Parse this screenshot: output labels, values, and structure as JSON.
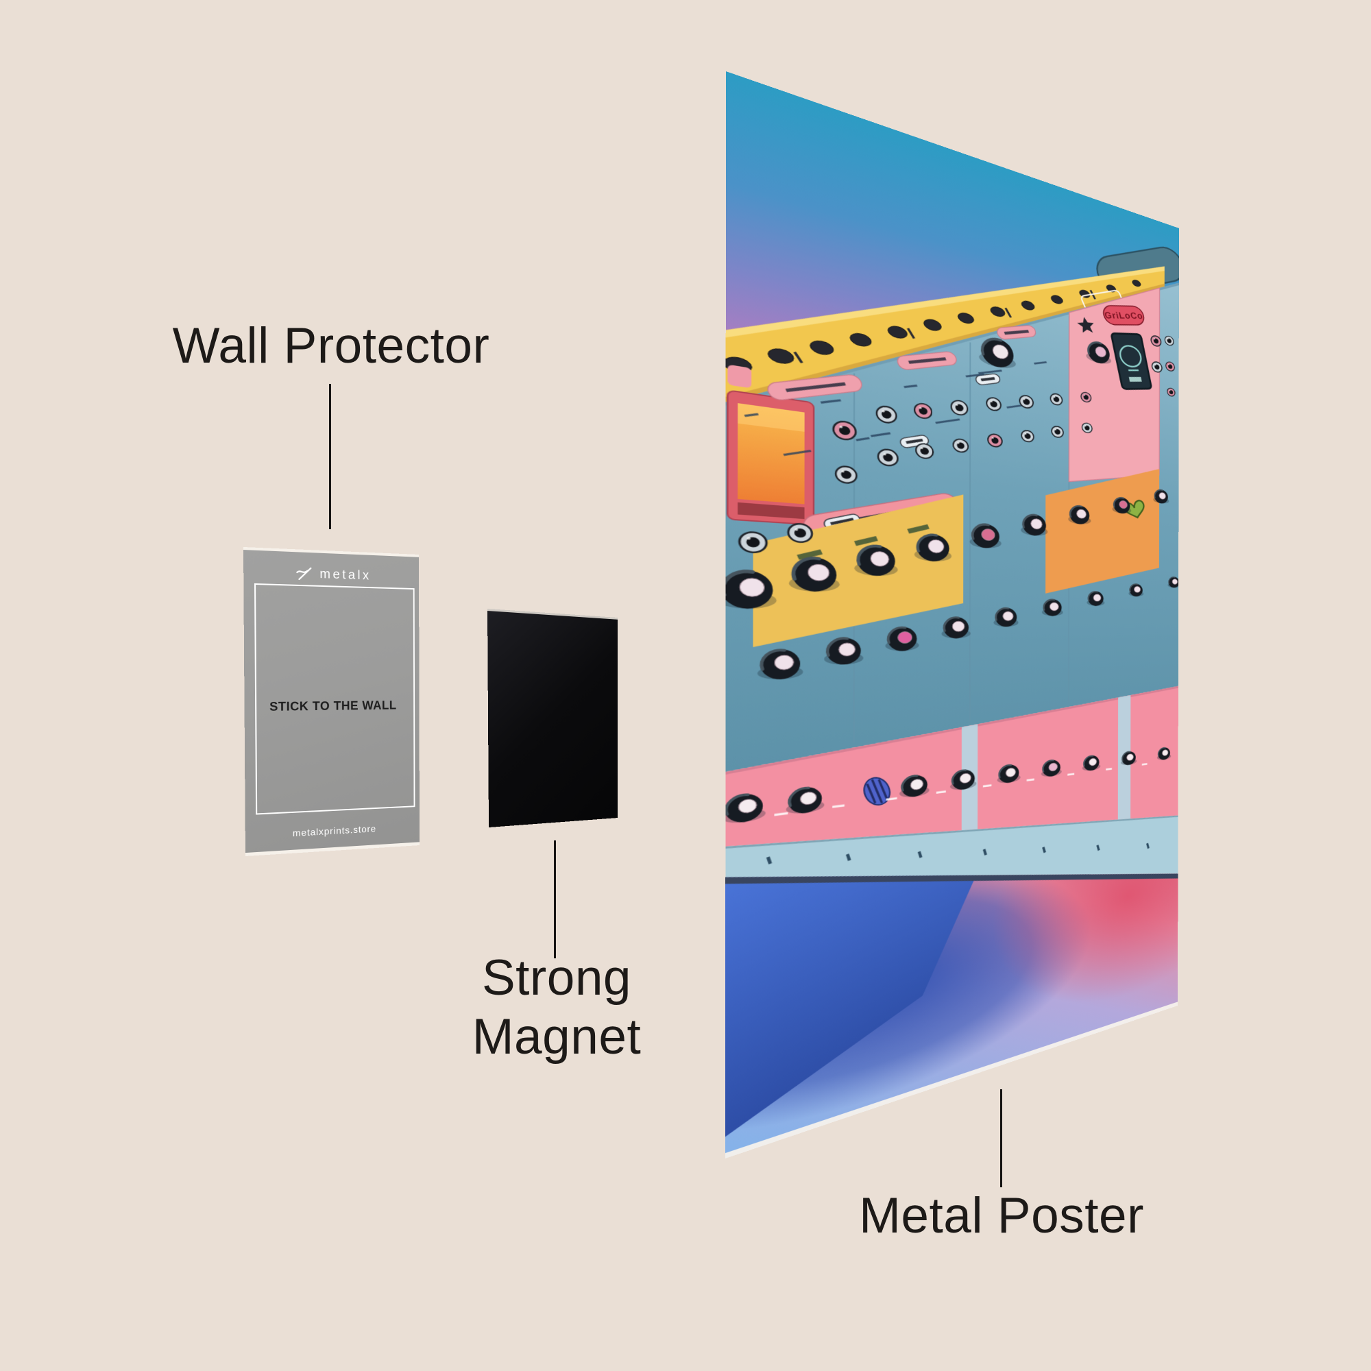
{
  "annotations": {
    "wall_protector": {
      "label": "Wall Protector"
    },
    "strong_magnet": {
      "label_line1": "Strong",
      "label_line2": "Magnet"
    },
    "metal_poster": {
      "label": "Metal Poster"
    }
  },
  "wall_protector_card": {
    "brand": "metalx",
    "center_text": "STICK TO THE WALL",
    "footer": "metalxprints.store"
  },
  "metal_poster_art": {
    "module_label": "GriLoCo"
  },
  "palette": {
    "bg": "#eadfd5",
    "ink": "#1d1a18",
    "line": "#171514",
    "card_gray": "#9c9c9b",
    "card_center_ink": "#1e1e1e",
    "white": "#ffffff",
    "magnet_black": "#0b0b0d",
    "sky_top": "#2d9cc4",
    "sky_mid": "#7e85c8",
    "sky_purple": "#a77ec2",
    "sky_pink": "#c489bb",
    "synth_yellow": "#f2c74e",
    "synth_panel_light": "#97c0d1",
    "synth_panel_dark": "#5d92a9",
    "synth_pink_strip": "#f390a2",
    "module_pink": "#f3a8b3",
    "module_orange": "#ee9c4f",
    "label_red": "#e04f63",
    "floor_red": "#dd5f72",
    "floor_pink": "#e68ba4",
    "floor_lavender": "#b3a8dc",
    "floor_blue": "#86b2e9",
    "side_blue_top": "#4a74d8",
    "side_blue_bottom": "#2b4aa2",
    "shadow_blue": "#2e4fb0",
    "knob_black": "#161b22",
    "knob_cap": "#f0e2ea",
    "accent_pink": "#d76f92"
  }
}
